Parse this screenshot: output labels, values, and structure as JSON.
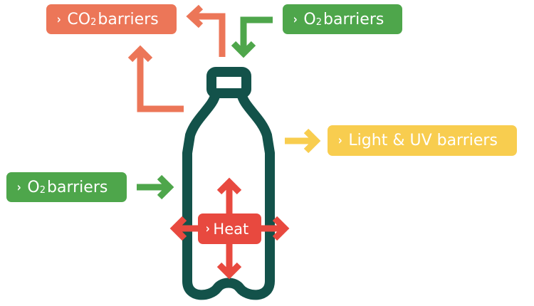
{
  "diagram": {
    "title": "Bottle barrier properties",
    "colors": {
      "co2": "#ec7658",
      "o2": "#4ea64b",
      "light": "#f8cd4f",
      "heat": "#e8493f",
      "bottle": "#13524a"
    },
    "labels": {
      "co2": {
        "prefix": "CO",
        "subscript": "2",
        "suffix": " barriers",
        "icon": "chevron-right-icon"
      },
      "o2_top": {
        "prefix": "O",
        "subscript": "2",
        "suffix": " barriers",
        "icon": "chevron-right-icon"
      },
      "light": {
        "text": "Light & UV barriers",
        "icon": "chevron-right-icon"
      },
      "o2_left": {
        "prefix": "O",
        "subscript": "2",
        "suffix": " barriers",
        "icon": "chevron-right-icon"
      },
      "heat": {
        "text": "Heat",
        "icon": "chevron-right-icon"
      }
    },
    "chevron": "›",
    "arrows": [
      {
        "name": "co2-out-arrow-top",
        "direction": "out-up-left",
        "color_key": "co2"
      },
      {
        "name": "co2-out-arrow-side",
        "direction": "out-left-up",
        "color_key": "co2"
      },
      {
        "name": "o2-in-arrow-top",
        "direction": "in-left-down",
        "color_key": "o2"
      },
      {
        "name": "light-arrow",
        "direction": "out-right",
        "color_key": "light"
      },
      {
        "name": "o2-in-arrow-left",
        "direction": "in-right",
        "color_key": "o2"
      },
      {
        "name": "heat-arrows",
        "direction": "four-way",
        "color_key": "heat"
      }
    ]
  }
}
